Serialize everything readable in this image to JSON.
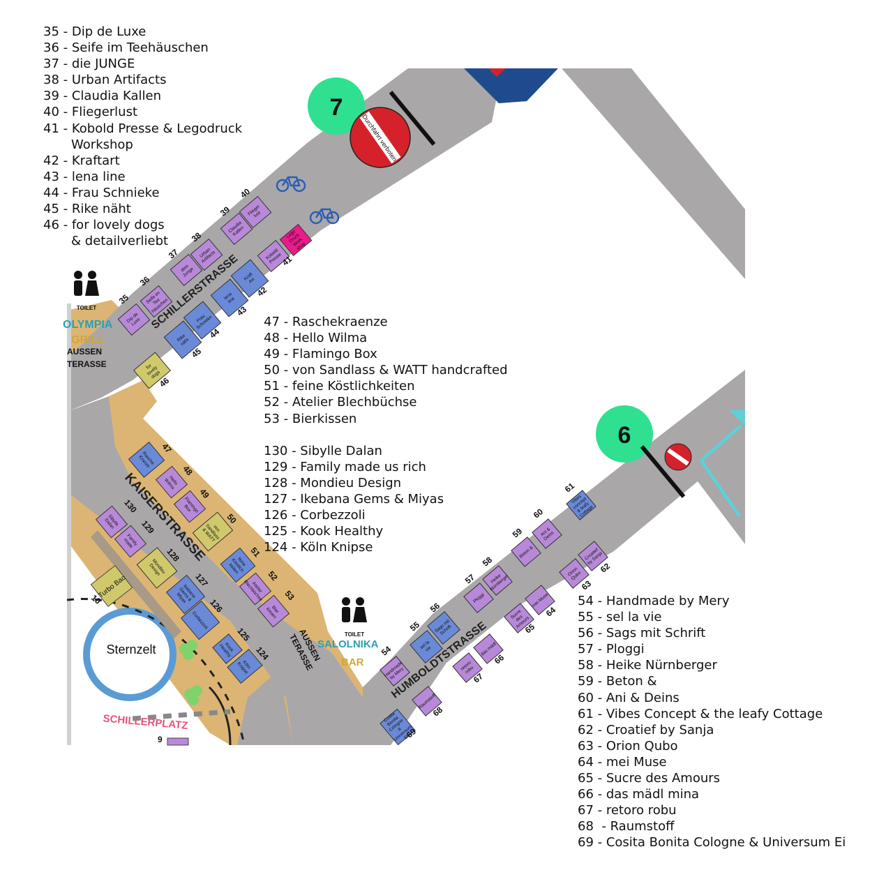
{
  "colors": {
    "road": "#a9a7a8",
    "sand": "#dcb574",
    "stall_purple": "#b889d8",
    "stall_blue": "#6a8ad8",
    "stall_olive": "#cfc96b",
    "stall_pink": "#ec1b8c",
    "zone_green": "#2ee08f",
    "no_entry_red": "#d5222a",
    "tent_ring": "#5b9bd5",
    "label_teal": "#2a9fb8",
    "label_gold": "#d1a638",
    "label_pink": "#e4547a",
    "building_navy": "#1f4b8e",
    "arrow_teal": "#5fd0d6"
  },
  "legend_a": [
    "35 - Dip de Luxe",
    "36 - Seife im Teehäuschen",
    "37 - die JUNGE",
    "38 - Urban Artifacts",
    "39 - Claudia Kallen",
    "40 - Fliegerlust",
    "41 - Kobold Presse & Legodruck",
    "       Workshop",
    "42 - Kraftart",
    "43 - lena line",
    "44 - Frau Schnieke",
    "45 - Rike näht",
    "46 - for lovely dogs",
    "       & detailverliebt"
  ],
  "legend_b": [
    "47 - Raschekraenze",
    "48 - Hello Wilma",
    "49 - Flamingo Box",
    "50 - von Sandlass & WATT handcrafted",
    "51 - feine Köstlichkeiten",
    "52 - Atelier Blechbüchse",
    "53 - Bierkissen",
    "",
    "130 - Sibylle Dalan",
    "129 - Family made us rich",
    "128 - Mondieu Design",
    "127 - Ikebana Gems & Miyas",
    "126 - Corbezzoli",
    "125 - Kook Healthy",
    "124 - Köln Knipse"
  ],
  "legend_c": [
    "54 - Handmade by Mery",
    "55 - sel la vie",
    "56 - Sags mit Schrift",
    "57 - Ploggi",
    "58 - Heike Nürnberger",
    "59 - Beton &",
    "60 - Ani & Deins",
    "61 - Vibes Concept & the leafy Cottage",
    "62 - Croatief by Sanja",
    "63 - Orion Qubo",
    "64 - mei Muse",
    "65 - Sucre des Amours",
    "66 - das mädl mina",
    "67 - retoro robu",
    "68  - Raumstoff",
    "69 - Cosita Bonita Cologne & Universum Ei"
  ],
  "zones": [
    {
      "id": "zone-7",
      "label": "7"
    },
    {
      "id": "zone-6",
      "label": "6"
    }
  ],
  "signs": {
    "no_entry_text": "Durchfahrt verboten"
  },
  "streets": {
    "schiller": "SCHILLERSTRASSE",
    "kaiser": "KAISERSTRASSE",
    "humboldt": "HUMBOLDTSTRASSE"
  },
  "venues": {
    "toilet_1": "TOILET",
    "toilet_2": "TOILET",
    "olympia": "OLYMPIA",
    "grill": "GRILL",
    "aussen_1": "AUSSEN",
    "terasse_1": "TERASSE",
    "aussen_2": "AUSSEN",
    "terasse_2": "TERASSE",
    "salolnika": "SALOLNIKA",
    "bar": "BAR",
    "sternzelt": "Sternzelt",
    "schillerplatz": "SCHILLERPLATZ",
    "turbo_bao": "Turbo Bao",
    "turbo_num": "10",
    "nine": "9"
  },
  "stalls": [
    {
      "num": "35",
      "text": "Dip de Luxe",
      "color": "purple"
    },
    {
      "num": "36",
      "text": "Seife im Tee häuschen",
      "color": "purple"
    },
    {
      "num": "37",
      "text": "dein Junge",
      "color": "purple"
    },
    {
      "num": "38",
      "text": "Urban Artifacts",
      "color": "purple"
    },
    {
      "num": "39",
      "text": "Claudia Kallen",
      "color": "purple"
    },
    {
      "num": "40",
      "text": "Flieger lust",
      "color": "purple"
    },
    {
      "num": "41",
      "text": "Kobold Presse",
      "color": "purple"
    },
    {
      "num": "",
      "text": "Lego Druck Work shop",
      "color": "pink"
    },
    {
      "num": "42",
      "text": "Kraft Art",
      "color": "blue"
    },
    {
      "num": "43",
      "text": "lena line",
      "color": "blue"
    },
    {
      "num": "44",
      "text": "Frau Schnieke",
      "color": "blue"
    },
    {
      "num": "45",
      "text": "Rike näht",
      "color": "blue"
    },
    {
      "num": "46",
      "text": "for lovely dogs",
      "color": "olive"
    },
    {
      "num": "47",
      "text": "Rasche Kranze",
      "color": "blue"
    },
    {
      "num": "48",
      "text": "Hello Wilma",
      "color": "purple"
    },
    {
      "num": "49",
      "text": "Flamingo Box",
      "color": "purple"
    },
    {
      "num": "50",
      "text": "von Sandlass & WATT",
      "color": "olive"
    },
    {
      "num": "51",
      "text": "feine Köstlich keiten",
      "color": "blue"
    },
    {
      "num": "52",
      "text": "Atelier Blechbüchse",
      "color": "purple"
    },
    {
      "num": "53",
      "text": "Bier kissen",
      "color": "purple"
    },
    {
      "num": "130",
      "text": "Sibylle Dalan",
      "color": "purple"
    },
    {
      "num": "129",
      "text": "Family made",
      "color": "purple"
    },
    {
      "num": "128",
      "text": "Mondieu Design",
      "color": "olive"
    },
    {
      "num": "127",
      "text": "Ikebana Gems & Miyas",
      "color": "blue"
    },
    {
      "num": "126",
      "text": "Corbezzoli",
      "color": "blue"
    },
    {
      "num": "125",
      "text": "Kook Healthy",
      "color": "blue"
    },
    {
      "num": "124",
      "text": "Köln Knipse",
      "color": "blue"
    },
    {
      "num": "54",
      "text": "Handmade by Mery",
      "color": "purple"
    },
    {
      "num": "55",
      "text": "sel la vie",
      "color": "blue"
    },
    {
      "num": "56",
      "text": "Sags mit Schrift",
      "color": "blue"
    },
    {
      "num": "57",
      "text": "Ploggi",
      "color": "purple"
    },
    {
      "num": "58",
      "text": "Heike Nürnberger",
      "color": "purple"
    },
    {
      "num": "59",
      "text": "Beton &",
      "color": "purple"
    },
    {
      "num": "60",
      "text": "Ani & Deins",
      "color": "purple"
    },
    {
      "num": "61",
      "text": "Vibes concept & leafy Cottage",
      "color": "blue"
    },
    {
      "num": "62",
      "text": "Croatief by Sanja",
      "color": "purple"
    },
    {
      "num": "63",
      "text": "Orion Qubo",
      "color": "purple"
    },
    {
      "num": "64",
      "text": "mei Muse",
      "color": "purple"
    },
    {
      "num": "65",
      "text": "Sucre des Amours",
      "color": "purple"
    },
    {
      "num": "66",
      "text": "das mädl",
      "color": "purple"
    },
    {
      "num": "67",
      "text": "retoro robu",
      "color": "purple"
    },
    {
      "num": "68",
      "text": "Raumstoff",
      "color": "purple"
    },
    {
      "num": "69",
      "text": "Cosita Bonita Cologne & Universum Ei",
      "color": "blue"
    }
  ]
}
